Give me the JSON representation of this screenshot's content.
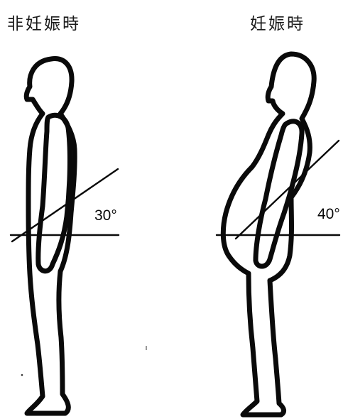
{
  "left_figure": {
    "title": "非妊娠時",
    "angle_label": "30°",
    "angle": 30
  },
  "right_figure": {
    "title": "妊娠時",
    "angle_label": "40°",
    "angle": 40
  }
}
